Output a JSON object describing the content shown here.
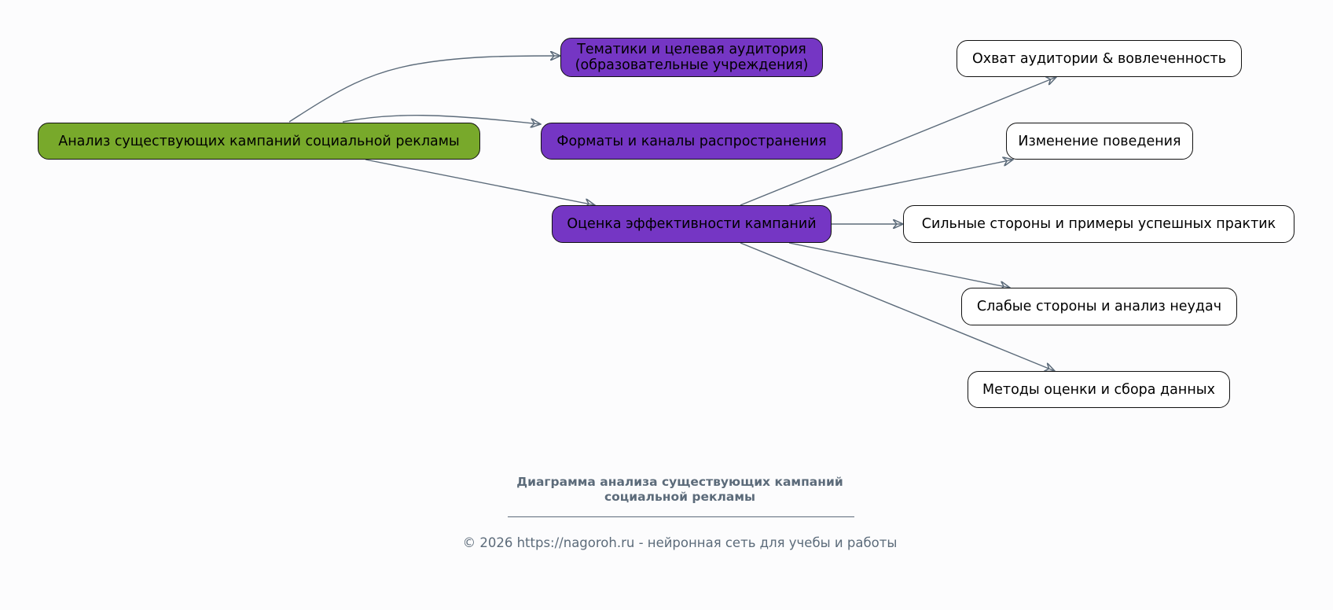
{
  "nodes": {
    "root": "Анализ существующих кампаний социальной рекламы",
    "topics_line1": "Тематики и целевая аудитория",
    "topics_line2": "(образовательные учреждения)",
    "formats": "Форматы и каналы распространения",
    "evaluation": "Оценка эффективности кампаний",
    "reach": "Охват аудитории & вовлеченность",
    "behavior": "Изменение поведения",
    "strengths": "Сильные стороны и примеры успешных практик",
    "weaknesses": "Слабые стороны и анализ неудач",
    "methods": "Методы оценки и сбора данных"
  },
  "caption": {
    "title_line1": "Диаграмма анализа существующих кампаний",
    "title_line2": "социальной рекламы",
    "footer": "© 2026 https://nagoroh.ru - нейронная сеть для учебы и работы"
  },
  "colors": {
    "root": "#78a92b",
    "mid": "#7536c4",
    "leaf": "#ffffff",
    "edge": "#5c6b7a"
  }
}
